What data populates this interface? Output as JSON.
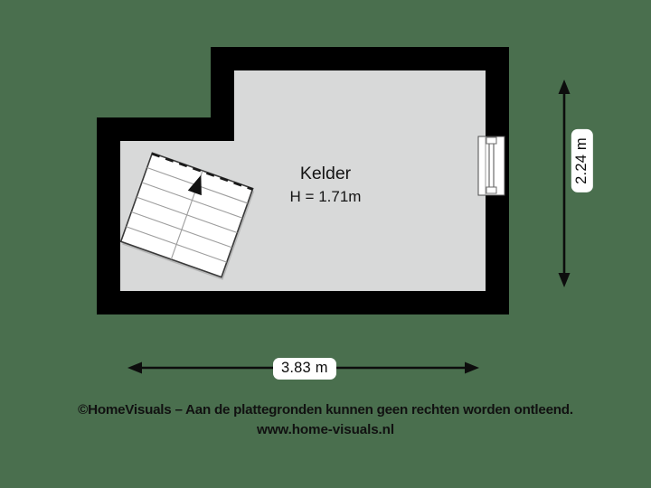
{
  "floorplan": {
    "room": {
      "name": "Kelder",
      "height_label": "H = 1.71m"
    },
    "dimensions": {
      "width_label": "3.83 m",
      "height_label": "2.24 m"
    },
    "icons": {
      "staircase": "staircase-icon",
      "stair_direction_arrow": "stair-up-arrow-icon",
      "window": "window-icon",
      "width_dimension_arrow": "horizontal-dimension-arrow-icon",
      "height_dimension_arrow": "vertical-dimension-arrow-icon"
    },
    "colors": {
      "background": "#4a6f4e",
      "wall": "#000000",
      "floor": "#d8d9d9",
      "window_fill": "#ffffff",
      "stair_fill": "#ffffff",
      "text": "#111111",
      "label_background": "#ffffff"
    }
  },
  "footer": {
    "copyright": "©HomeVisuals – Aan de plattegronden kunnen geen rechten worden ontleend.",
    "website": "www.home-visuals.nl"
  }
}
